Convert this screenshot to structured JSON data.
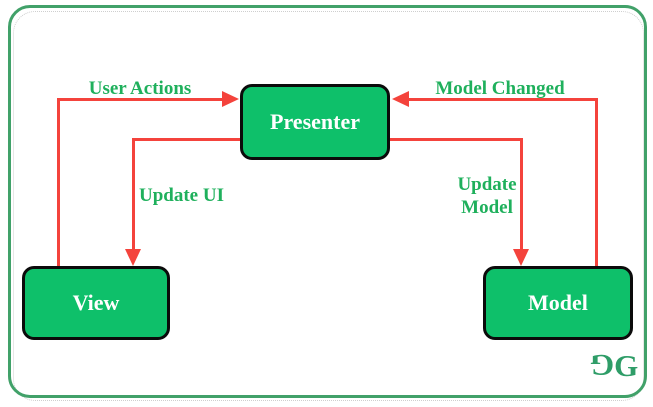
{
  "diagram": {
    "type": "architecture-flow",
    "pattern": "Model-View-Presenter"
  },
  "nodes": {
    "presenter": {
      "label": "Presenter"
    },
    "view": {
      "label": "View"
    },
    "model": {
      "label": "Model"
    }
  },
  "edges": {
    "user_actions": {
      "label": "User Actions",
      "from": "View",
      "to": "Presenter"
    },
    "model_changed": {
      "label": "Model Changed",
      "from": "Model",
      "to": "Presenter"
    },
    "update_ui": {
      "label": "Update UI",
      "from": "Presenter",
      "to": "View"
    },
    "update_model": {
      "label": "Update Model",
      "from": "Presenter",
      "to": "Model"
    }
  },
  "logo": {
    "g1": "G",
    "g2": "G"
  },
  "colors": {
    "node_fill": "#0ec06a",
    "node_border": "#0b0b0b",
    "node_text": "#ffffff",
    "arrow": "#f4433c",
    "edge_label": "#1fb05c",
    "frame_border": "#41a169",
    "logo": "#2f9d68",
    "background": "#ffffff"
  }
}
